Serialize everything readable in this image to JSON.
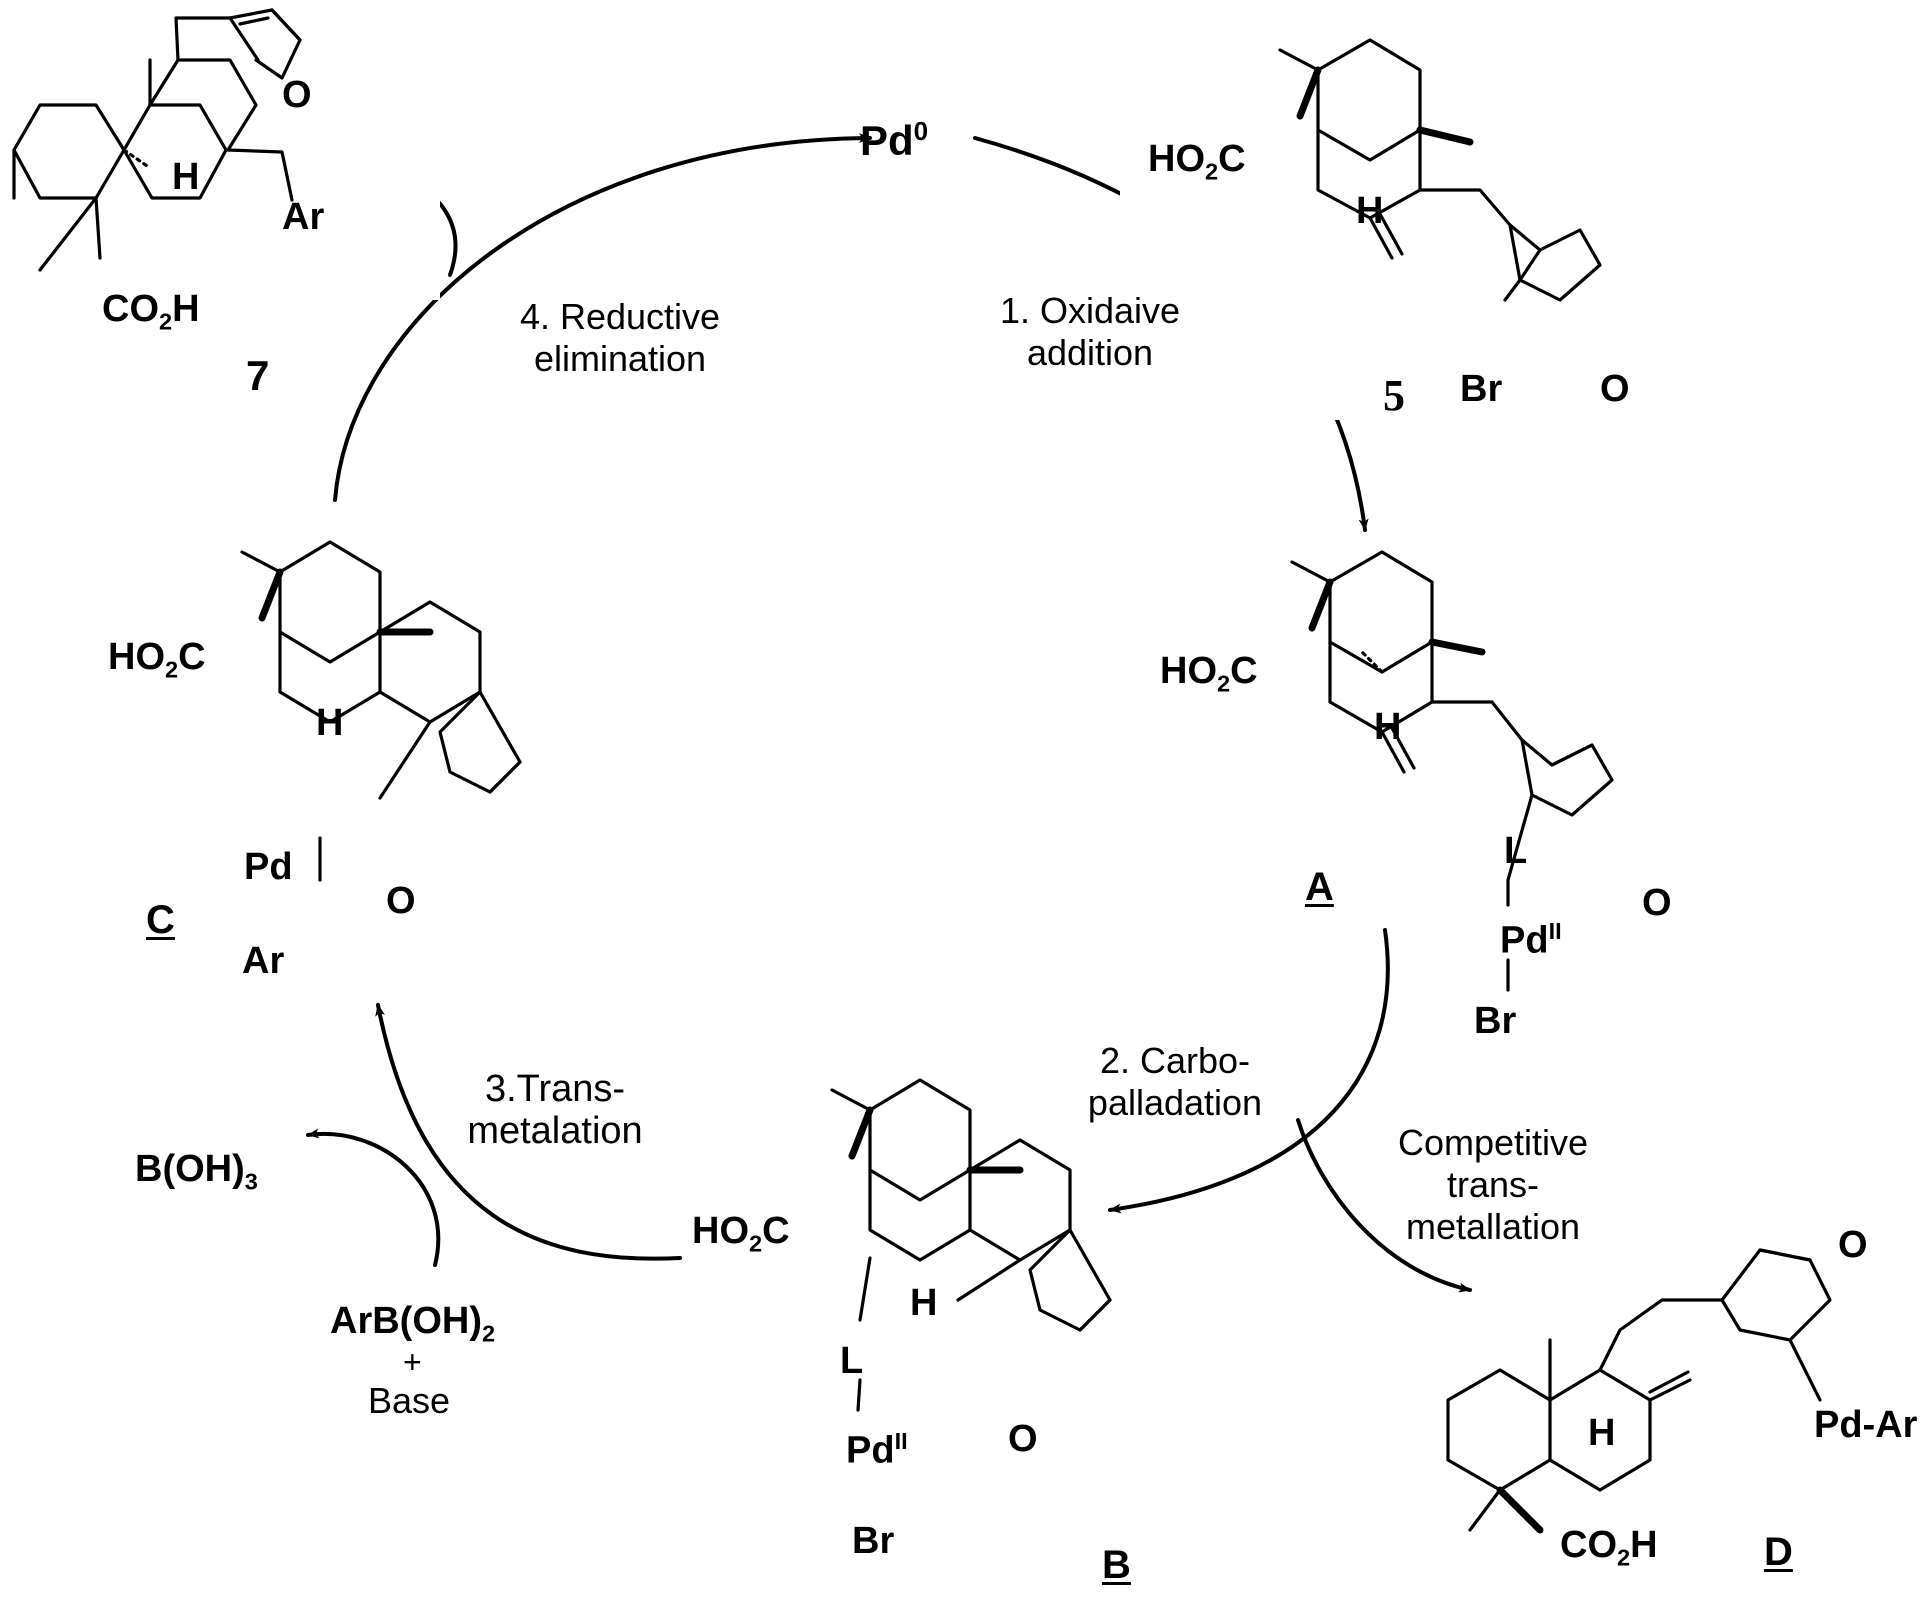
{
  "catalyst": {
    "pd0": "Pd",
    "pd0_sup": "0"
  },
  "steps": {
    "s1_line1": "1. Oxidaive",
    "s1_line2": "addition",
    "s2_line1": "2. Carbo-",
    "s2_line2": "palladation",
    "s3_line1": "3.Trans-",
    "s3_line2": "metalation",
    "s4_line1": "4. Reductive",
    "s4_line2": "elimination",
    "side_line1": "Competitive",
    "side_line2": "trans-",
    "side_line3": "metallation"
  },
  "reagents": {
    "boric": "B(OH)",
    "boric_sub": "3",
    "arb": "ArB(OH)",
    "arb_sub": "2",
    "plus": "+",
    "base": "Base"
  },
  "compounds": {
    "c7": "7",
    "c5": "5",
    "cA": "A",
    "cB": "B",
    "cC": "C",
    "cD": "D"
  },
  "atoms": {
    "H": "H",
    "O": "O",
    "Br": "Br",
    "Ar": "Ar",
    "L": "L",
    "Pd": "Pd",
    "PdII": "Pd",
    "II": "II",
    "HO2C_a": "HO",
    "HO2C_b": "2",
    "HO2C_c": "C",
    "CO2H_a": "CO",
    "CO2H_b": "2",
    "CO2H_c": "H",
    "PdAr": "Pd-Ar"
  }
}
